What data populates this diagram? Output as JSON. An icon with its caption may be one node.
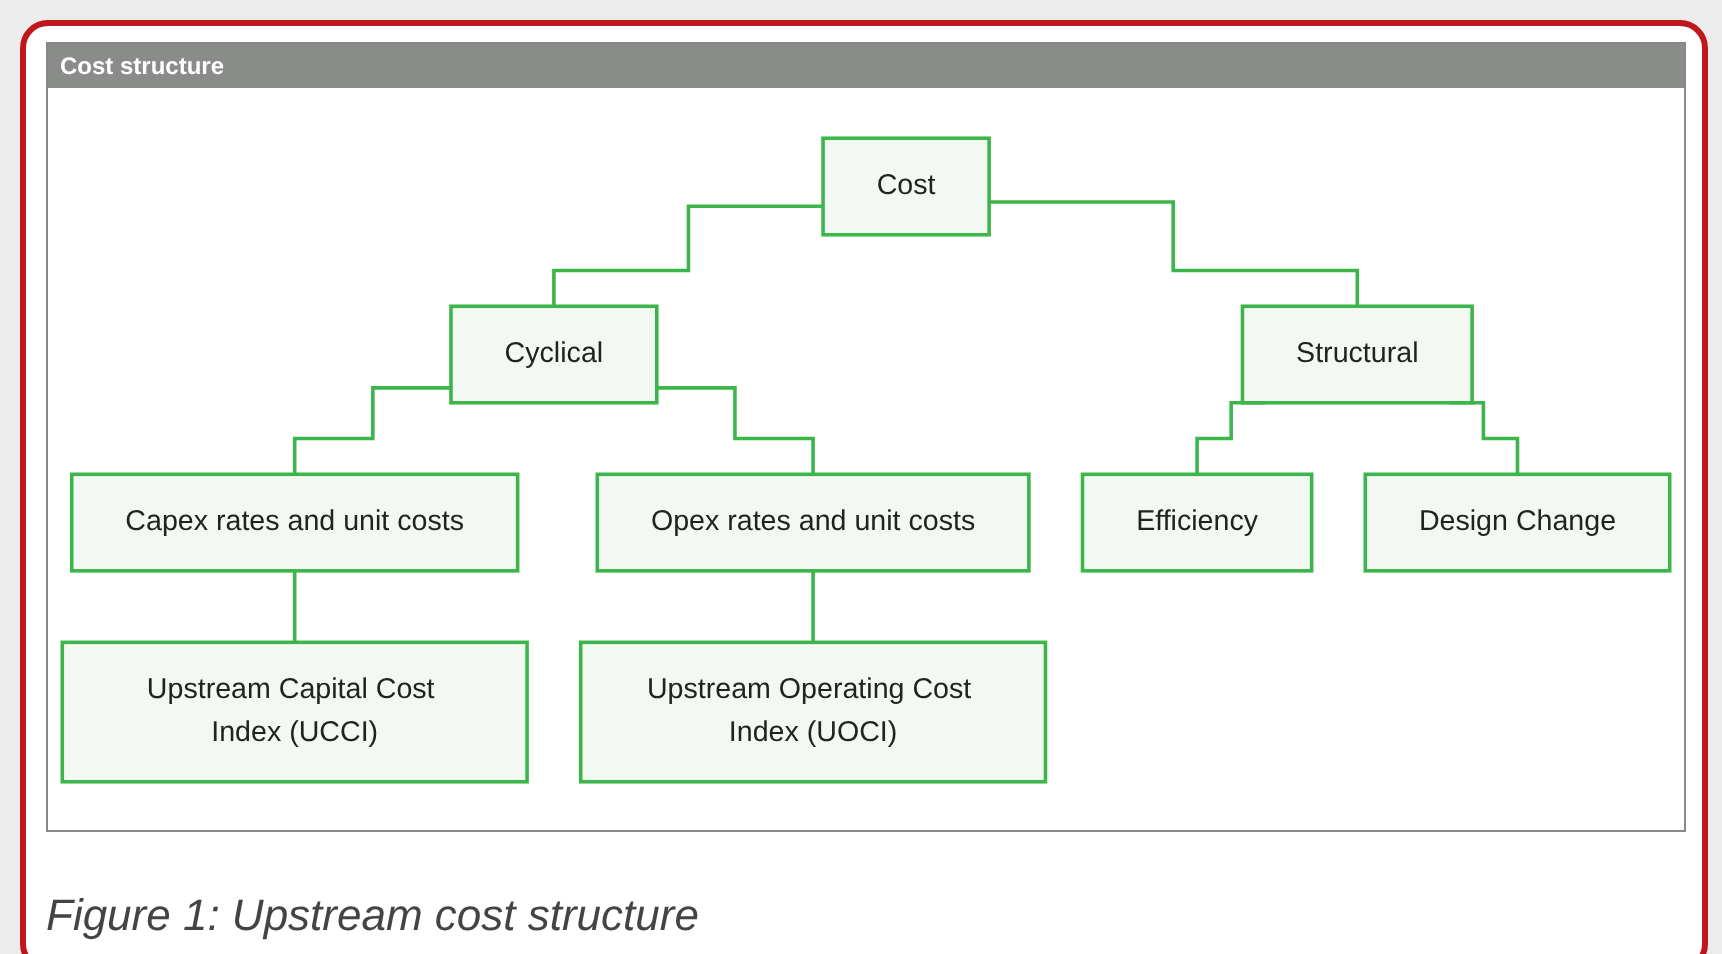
{
  "diagram": {
    "title": "Cost structure",
    "caption": "Figure 1: Upstream cost structure",
    "nodes": [
      {
        "text": [
          "Cost"
        ]
      },
      {
        "text": [
          "Cyclical"
        ]
      },
      {
        "text": [
          "Structural"
        ]
      },
      {
        "text": [
          "Capex rates and unit costs"
        ]
      },
      {
        "text": [
          "Opex rates and unit costs"
        ]
      },
      {
        "text": [
          "Efficiency"
        ]
      },
      {
        "text": [
          "Design Change"
        ]
      },
      {
        "text": [
          "Upstream Capital Cost Index (UCCI)"
        ]
      },
      {
        "text": [
          "Upstream Operating Cost Index (UOCI)"
        ]
      }
    ],
    "edges": [
      {
        "from": 0,
        "to": 1,
        "arrow": "none"
      },
      {
        "from": 0,
        "to": 2,
        "arrow": "none"
      },
      {
        "from": 1,
        "to": 3,
        "arrow": "none"
      },
      {
        "from": 1,
        "to": 4,
        "arrow": "none"
      },
      {
        "from": 2,
        "to": 5,
        "arrow": "none"
      },
      {
        "from": 2,
        "to": 6,
        "arrow": "none"
      },
      {
        "from": 3,
        "to": 7,
        "arrow": "none"
      },
      {
        "from": 4,
        "to": 8,
        "arrow": "none"
      }
    ]
  }
}
